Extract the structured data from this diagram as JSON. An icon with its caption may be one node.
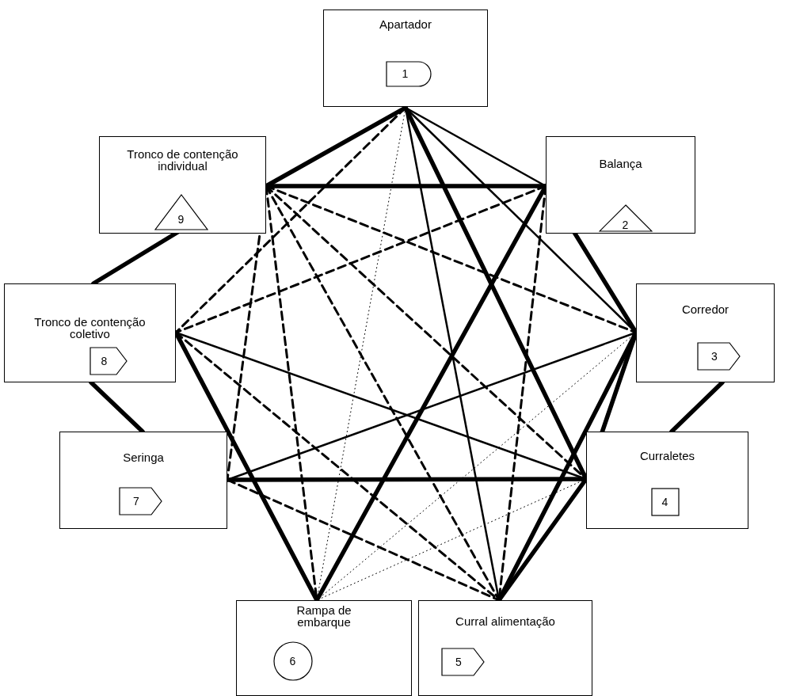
{
  "diagram": {
    "nodes": [
      {
        "text": [
          "Apartador"
        ]
      },
      {
        "text": [
          "1"
        ],
        "in": 0
      },
      {
        "text": [
          "Tronco de contenção individual"
        ]
      },
      {
        "text": [
          "9"
        ],
        "in": 2
      },
      {
        "text": [
          "Balança"
        ]
      },
      {
        "text": [
          "2"
        ],
        "in": 4
      },
      {
        "text": [
          "Tronco de contenção coletivo"
        ]
      },
      {
        "text": [
          "8"
        ],
        "in": 6
      },
      {
        "text": [
          "Corredor"
        ]
      },
      {
        "text": [
          "3"
        ],
        "in": 8
      },
      {
        "text": [
          "Seringa"
        ]
      },
      {
        "text": [
          "7"
        ],
        "in": 10
      },
      {
        "text": [
          "Curraletes"
        ]
      },
      {
        "text": [
          "4"
        ],
        "in": 12
      },
      {
        "text": [
          "Rampa de embarque"
        ]
      },
      {
        "text": [
          "6"
        ],
        "in": 14
      },
      {
        "text": [
          "Curral alimentação"
        ]
      },
      {
        "text": [
          "5"
        ],
        "in": 16
      }
    ],
    "edges": [
      {
        "from": 0,
        "to": 2,
        "arrow": "none",
        "style": "thick"
      },
      {
        "from": 0,
        "to": 4,
        "arrow": "none"
      },
      {
        "from": 0,
        "to": 6,
        "arrow": "none",
        "style": "dashed"
      },
      {
        "from": 0,
        "to": 14,
        "arrow": "none",
        "style": "dashed"
      },
      {
        "from": 0,
        "to": 16,
        "arrow": "none"
      },
      {
        "from": 0,
        "to": 12,
        "arrow": "none",
        "style": "thick"
      },
      {
        "from": 0,
        "to": 8,
        "arrow": "none"
      },
      {
        "from": 2,
        "to": 4,
        "arrow": "none",
        "style": "thick"
      },
      {
        "from": 2,
        "to": 10,
        "arrow": "none",
        "style": "dashed"
      },
      {
        "from": 2,
        "to": 14,
        "arrow": "none",
        "style": "dashed"
      },
      {
        "from": 2,
        "to": 16,
        "arrow": "none",
        "style": "dashed"
      },
      {
        "from": 2,
        "to": 12,
        "arrow": "none",
        "style": "dashed"
      },
      {
        "from": 2,
        "to": 8,
        "arrow": "none",
        "style": "dashed"
      },
      {
        "from": 3,
        "to": 6,
        "arrow": "none",
        "style": "thick"
      },
      {
        "from": 4,
        "to": 6,
        "arrow": "none",
        "style": "dashed"
      },
      {
        "from": 4,
        "to": 16,
        "arrow": "none",
        "style": "dashed"
      },
      {
        "from": 4,
        "to": 8,
        "arrow": "none",
        "style": "thick"
      },
      {
        "from": 4,
        "to": 14,
        "arrow": "none",
        "style": "thick"
      },
      {
        "from": 6,
        "to": 12,
        "arrow": "none"
      },
      {
        "from": 6,
        "to": 16,
        "arrow": "none",
        "style": "dashed"
      },
      {
        "from": 6,
        "to": 14,
        "arrow": "none",
        "style": "thick"
      },
      {
        "from": 6,
        "to": 10,
        "arrow": "none",
        "style": "thick"
      },
      {
        "from": 8,
        "to": 10,
        "arrow": "none"
      },
      {
        "from": 8,
        "to": 12,
        "arrow": "none",
        "style": "thick"
      },
      {
        "from": 8,
        "to": 16,
        "arrow": "none",
        "style": "thick"
      },
      {
        "from": 8,
        "to": 14,
        "arrow": "none",
        "style": "dashed"
      },
      {
        "from": 8,
        "to": 12,
        "arrow": "none",
        "style": "thick"
      },
      {
        "from": 10,
        "to": 12,
        "arrow": "none",
        "style": "thick"
      },
      {
        "from": 10,
        "to": 16,
        "arrow": "none",
        "style": "dashed"
      },
      {
        "from": 12,
        "to": 16,
        "arrow": "none",
        "style": "thick"
      },
      {
        "from": 12,
        "to": 14,
        "arrow": "none",
        "style": "dashed"
      }
    ]
  }
}
